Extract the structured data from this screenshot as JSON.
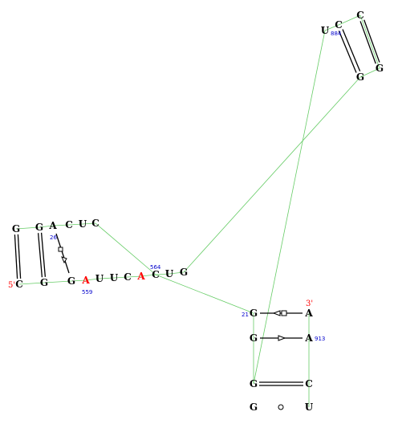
{
  "colors": {
    "backbone": "#66cc66",
    "pair": "#000000",
    "nucleotide": "#000000",
    "highlight": "#ff0000",
    "number": "#0000cc"
  },
  "nucleotides": [
    {
      "id": "n_c5",
      "base": "C"
    },
    {
      "id": "n_g1",
      "base": "G"
    },
    {
      "id": "n_g2",
      "base": "G"
    },
    {
      "id": "n_ga",
      "base": "G"
    },
    {
      "id": "n_gb",
      "base": "G"
    },
    {
      "id": "n_a1",
      "base": "A"
    },
    {
      "id": "n_c1",
      "base": "C"
    },
    {
      "id": "n_u1",
      "base": "U"
    },
    {
      "id": "n_cl",
      "base": "C"
    },
    {
      "id": "n_a2",
      "base": "A"
    },
    {
      "id": "n_u2",
      "base": "U"
    },
    {
      "id": "n_u3",
      "base": "U"
    },
    {
      "id": "n_c2",
      "base": "C"
    },
    {
      "id": "n_a3",
      "base": "A"
    },
    {
      "id": "n_c3",
      "base": "C"
    },
    {
      "id": "n_u4",
      "base": "U"
    },
    {
      "id": "n_g3",
      "base": "G"
    },
    {
      "id": "n_u884",
      "base": "U"
    },
    {
      "id": "n_c4",
      "base": "C"
    },
    {
      "id": "n_c6",
      "base": "C"
    },
    {
      "id": "n_g4",
      "base": "G"
    },
    {
      "id": "n_g5",
      "base": "G"
    },
    {
      "id": "n_g21",
      "base": "G"
    },
    {
      "id": "n_a3p",
      "base": "A"
    },
    {
      "id": "n_a913",
      "base": "A"
    },
    {
      "id": "n_g6",
      "base": "G"
    },
    {
      "id": "n_c7",
      "base": "C"
    },
    {
      "id": "n_g7",
      "base": "G"
    },
    {
      "id": "n_u5",
      "base": "U"
    }
  ],
  "numbers": [
    {
      "id": "lbl_26",
      "text": "26"
    },
    {
      "id": "lbl_559",
      "text": "559"
    },
    {
      "id": "lbl_564",
      "text": "564"
    },
    {
      "id": "lbl_884",
      "text": "884"
    },
    {
      "id": "lbl_21",
      "text": "21"
    },
    {
      "id": "lbl_913",
      "text": "913"
    }
  ],
  "ends": {
    "five_prime": "5'",
    "three_prime": "3'"
  }
}
